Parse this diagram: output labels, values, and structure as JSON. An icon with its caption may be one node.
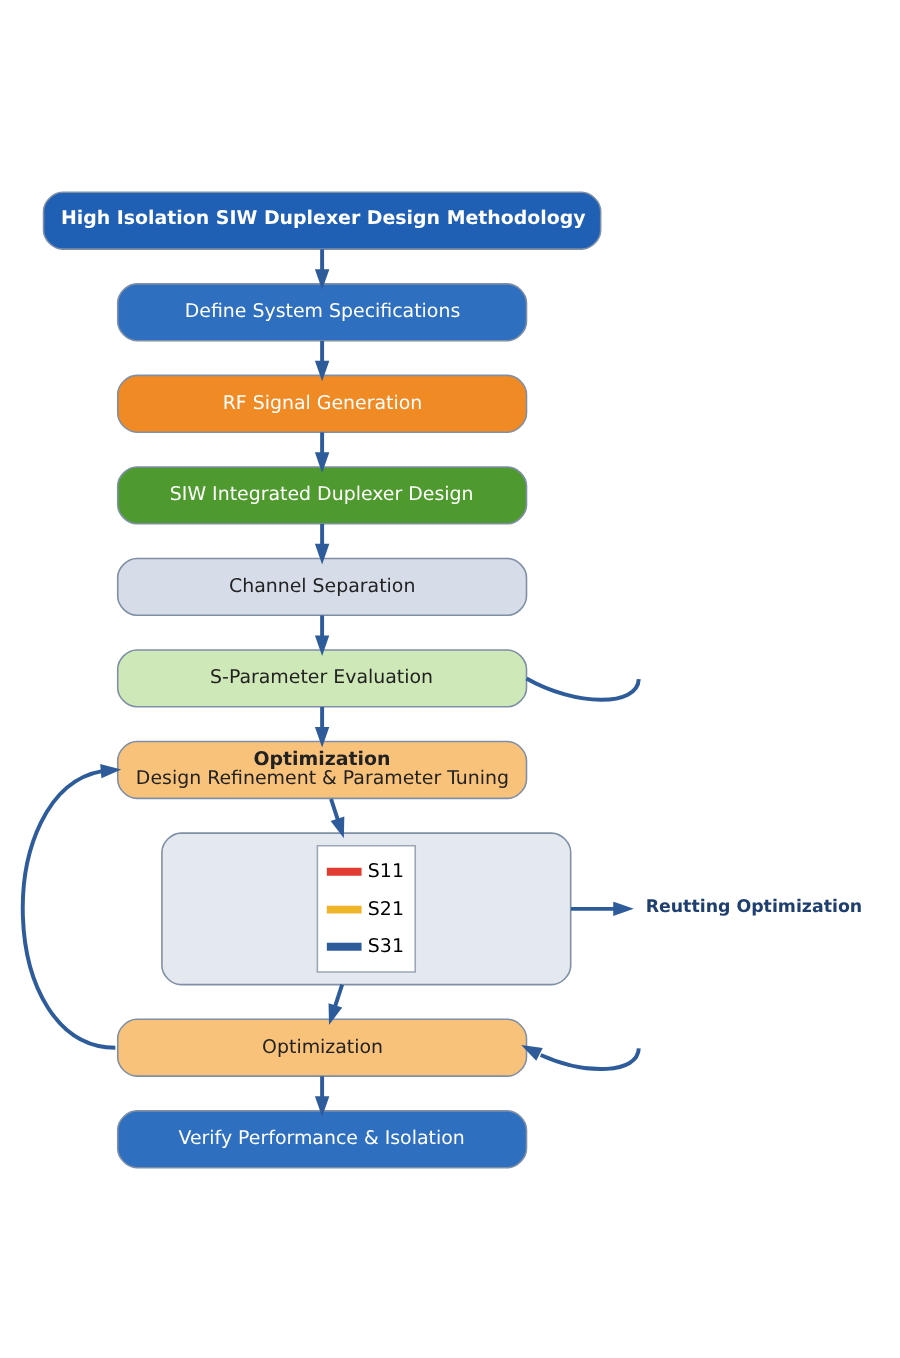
{
  "diagram": {
    "nodes": [
      {
        "text": [
          "High Isolation SIW Duplexer Design Methodology"
        ]
      },
      {
        "text": [
          "Define System Specifications"
        ]
      },
      {
        "text": [
          "RF Signal Generation"
        ]
      },
      {
        "text": [
          "SIW Integrated Duplexer Design"
        ]
      },
      {
        "text": [
          "Channel Separation"
        ]
      },
      {
        "text": [
          "S-Parameter Evaluation"
        ]
      },
      {
        "text": [
          "Optimization",
          "Design Refinement & Parameter Tuning"
        ]
      },
      {
        "text": [],
        "shape": "picture"
      },
      {
        "text": [
          "Reutting Optimization"
        ]
      },
      {
        "text": [
          "Optimization"
        ]
      },
      {
        "text": [
          "Verify Performance & Isolation"
        ]
      }
    ],
    "edges": [
      {
        "from": 0,
        "to": 1,
        "arrow": "to"
      },
      {
        "from": 1,
        "to": 2,
        "arrow": "to"
      },
      {
        "from": 2,
        "to": 3,
        "arrow": "to"
      },
      {
        "from": 3,
        "to": 4,
        "arrow": "to"
      },
      {
        "from": 4,
        "to": 5,
        "arrow": "to"
      },
      {
        "from": 5,
        "to": 6,
        "arrow": "to"
      },
      {
        "from": 6,
        "to": 7,
        "arrow": "to"
      },
      {
        "from": 7,
        "to": 8,
        "arrow": "to"
      },
      {
        "from": 7,
        "to": 9,
        "arrow": "to"
      },
      {
        "from": 9,
        "to": 10,
        "arrow": "to"
      },
      {
        "from": 9,
        "to": 6,
        "arrow": "to"
      },
      {
        "from": 5,
        "to": null,
        "arrow": "none"
      },
      {
        "from": null,
        "to": 9,
        "arrow": "to"
      }
    ],
    "legend": [
      {
        "text": "S11",
        "color": "#e03c31"
      },
      {
        "text": "S21",
        "color": "#f0b429"
      },
      {
        "text": "S31",
        "color": "#2e5c9a"
      }
    ]
  }
}
